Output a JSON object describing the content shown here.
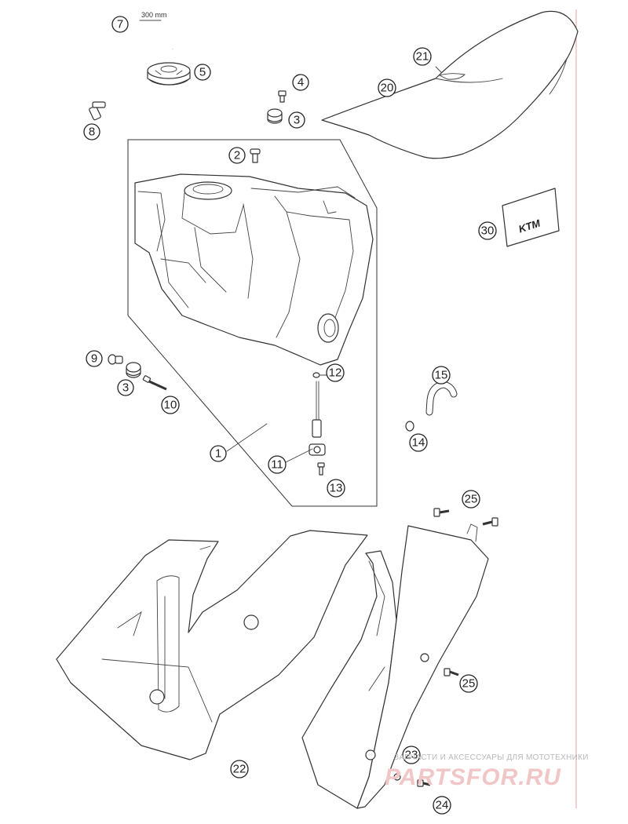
{
  "diagram": {
    "dimension_label": "300 mm",
    "sticker_logo": "KTM",
    "accent_line_color": "#e7a0a0",
    "callouts": [
      "1",
      "2",
      "3",
      "3",
      "4",
      "5",
      "7",
      "8",
      "9",
      "10",
      "11",
      "12",
      "13",
      "14",
      "15",
      "20",
      "21",
      "22",
      "23",
      "24",
      "25",
      "25",
      "30"
    ]
  },
  "watermark": {
    "line1": "ЗАПЧАСТИ И АКСЕССУАРЫ ДЛЯ МОТОТЕХНИКИ",
    "line2": "PARTSFOR.RU",
    "color": "#f1c6c6"
  }
}
